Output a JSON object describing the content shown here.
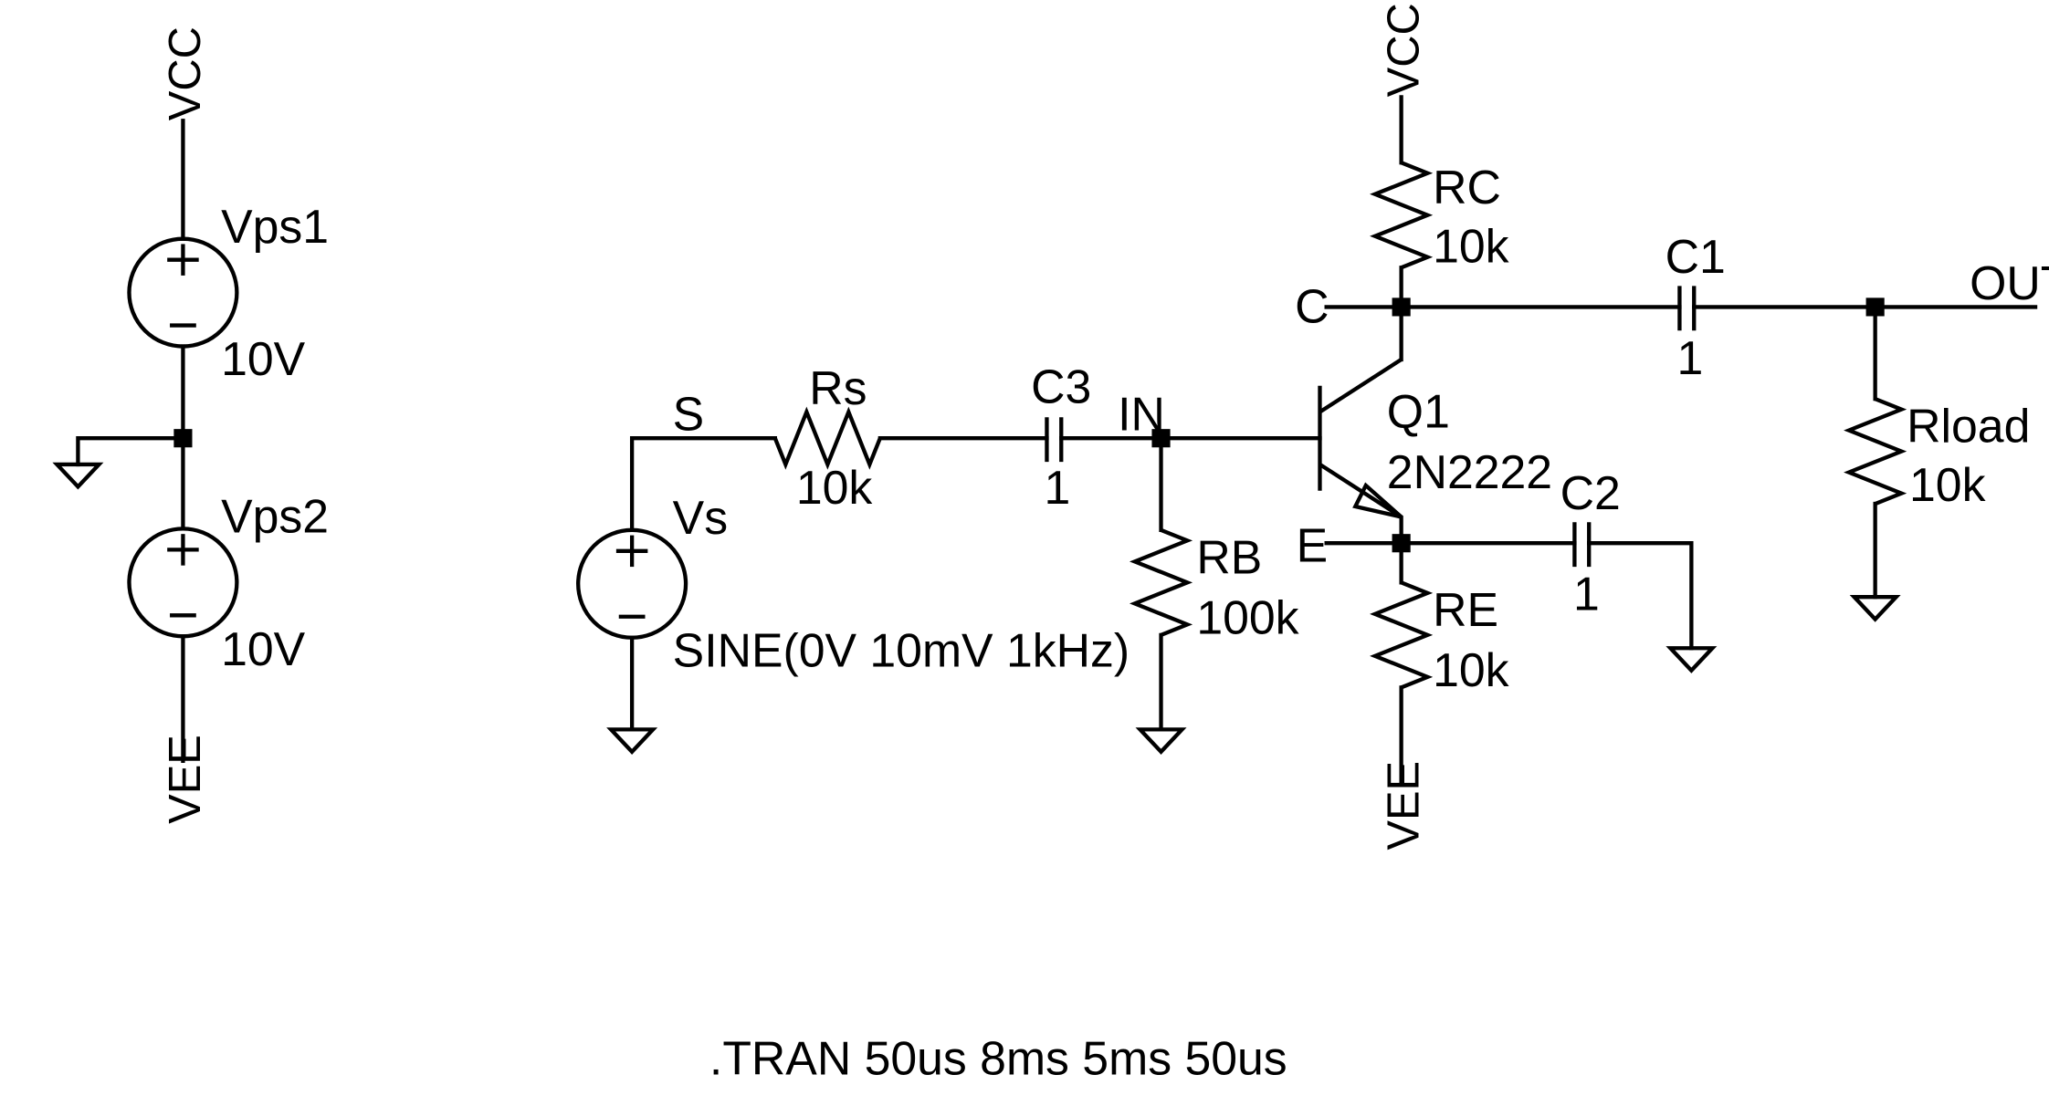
{
  "nets": {
    "vcc_supply": "VCC",
    "vee_supply": "VEE",
    "vcc_collector": "VCC",
    "vee_emitter": "VEE",
    "source_node": "S",
    "input_node": "IN",
    "collector_node": "C",
    "emitter_node": "E",
    "output_node": "OUT"
  },
  "components": {
    "vps1": {
      "name": "Vps1",
      "value": "10V"
    },
    "vps2": {
      "name": "Vps2",
      "value": "10V"
    },
    "vs": {
      "name": "Vs",
      "value": "SINE(0V 10mV 1kHz)"
    },
    "rs": {
      "name": "Rs",
      "value": "10k"
    },
    "c3": {
      "name": "C3",
      "value": "1"
    },
    "rb": {
      "name": "RB",
      "value": "100k"
    },
    "q1": {
      "name": "Q1",
      "value": "2N2222"
    },
    "rc": {
      "name": "RC",
      "value": "10k"
    },
    "re": {
      "name": "RE",
      "value": "10k"
    },
    "c1": {
      "name": "C1",
      "value": "1"
    },
    "c2": {
      "name": "C2",
      "value": "1"
    },
    "rload": {
      "name": "Rload",
      "value": "10k"
    }
  },
  "directive": ".TRAN 50us 8ms 5ms 50us"
}
